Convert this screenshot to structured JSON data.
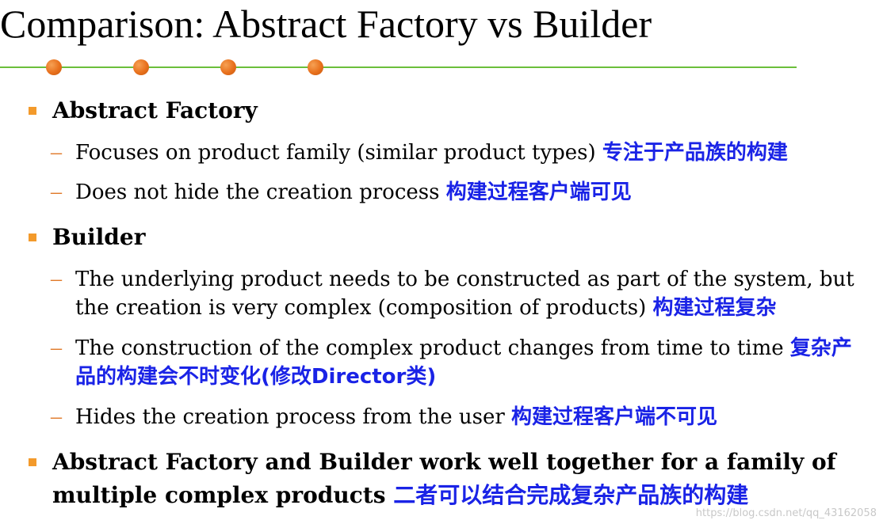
{
  "slide": {
    "title": "Comparison: Abstract Factory vs Builder",
    "sections": [
      {
        "heading": "Abstract Factory",
        "items": [
          {
            "en": "Focuses on product family (similar product types) ",
            "cn": "专注于产品族的构建"
          },
          {
            "en": "Does not hide the creation process ",
            "cn": "构建过程客户端可见"
          }
        ]
      },
      {
        "heading": "Builder",
        "items": [
          {
            "en": "The underlying product needs to be constructed as part of the system, but",
            "en2": "the creation is very complex (composition of products) ",
            "cn": "构建过程复杂"
          },
          {
            "en": "The construction of the complex product changes from time to time ",
            "cn": "复杂产",
            "cn2": "品的构建会不时变化(修改Director类)"
          },
          {
            "en": "Hides the creation process from the user ",
            "cn": "构建过程客户端不可见"
          }
        ]
      },
      {
        "heading": "Abstract Factory and Builder work well together for a family of",
        "heading2": "multiple complex products ",
        "heading_cn": "二者可以结合完成复杂产品族的构建"
      }
    ],
    "dash": "–"
  },
  "watermark": "https://blog.csdn.net/qq_43162058",
  "colors": {
    "accent_dot": "#e8701c",
    "rule": "#6bbf3b",
    "chinese_text": "#1a23e6",
    "bullet": "#f39a2b"
  }
}
